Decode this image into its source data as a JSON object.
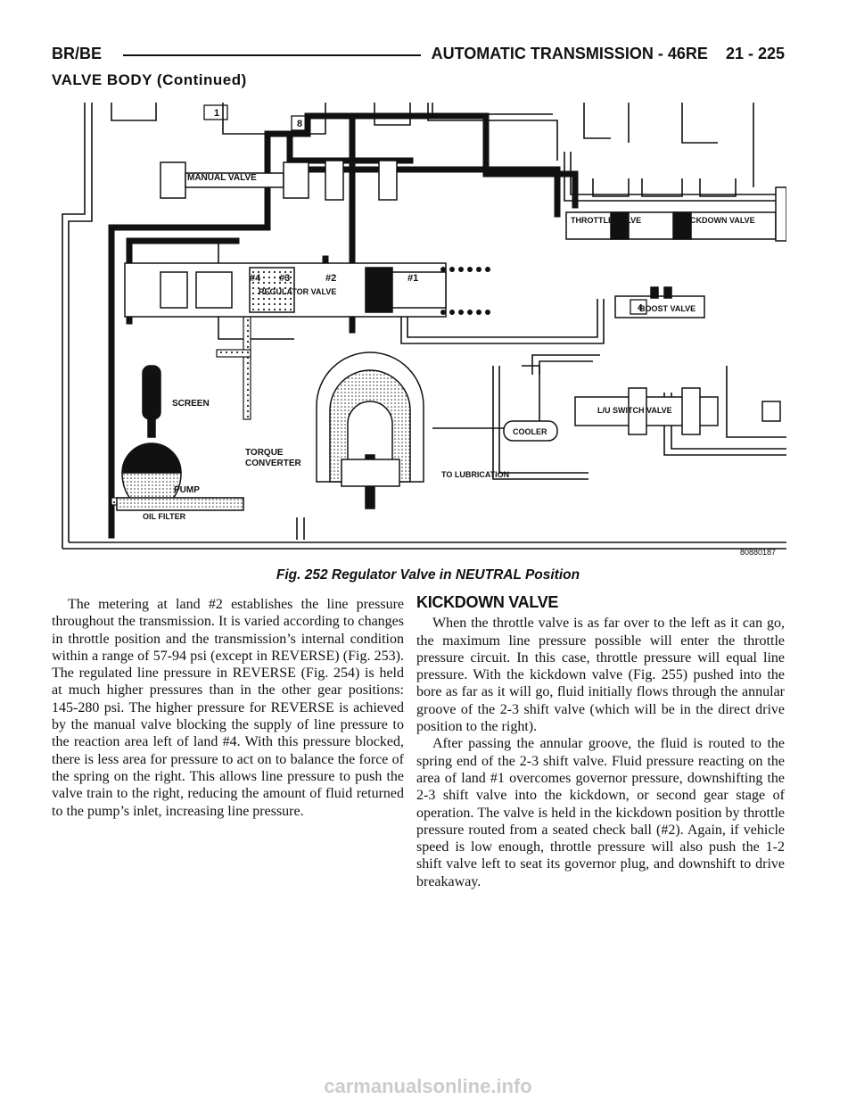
{
  "header": {
    "left": "BR/BE",
    "title": "AUTOMATIC TRANSMISSION - 46RE",
    "page": "21 - 225"
  },
  "section_title": "VALVE BODY (Continued)",
  "figure": {
    "labels": {
      "manual_valve": "MANUAL VALVE",
      "throttle_valve": "THROTTLE VALVE",
      "kickdown_valve": "KICKDOWN VALVE",
      "boost_valve": "BOOST VALVE",
      "regulator_valve": "REGULATOR VALVE",
      "land4": "#4",
      "land3": "#3",
      "land2": "#2",
      "land1": "#1",
      "screen": "SCREEN",
      "torque_converter_1": "TORQUE",
      "torque_converter_2": "CONVERTER",
      "pump": "PUMP",
      "oil_filter": "OIL FILTER",
      "cooler": "COOLER",
      "to_lubrication": "TO LUBRICATION",
      "lu_switch_valve": "L/U SWITCH VALVE",
      "ball_1": "1",
      "ball_8": "8",
      "ball_4": "4"
    },
    "id": "80880187",
    "caption": "Fig. 252 Regulator Valve in NEUTRAL Position"
  },
  "left_column": {
    "paragraph": "The metering at land #2 establishes the line pressure throughout the transmission. It is varied according to changes in throttle position and the transmission’s internal condition within a range of 57-94 psi (except in REVERSE) (Fig. 253). The regulated line pressure in REVERSE (Fig. 254) is held at much higher pressures than in the other gear positions: 145-280 psi. The higher pressure for REVERSE is achieved by the manual valve blocking the supply of line pressure to the reaction area left of land #4. With this pressure blocked, there is less area for pressure to act on to balance the force of the spring on the right. This allows line pressure to push the valve train to the right, reducing the amount of fluid returned to the pump’s inlet, increasing line pressure."
  },
  "right_column": {
    "heading": "KICKDOWN VALVE",
    "paragraph_1": "When the throttle valve is as far over to the left as it can go, the maximum line pressure possible will enter the throttle pressure circuit. In this case, throttle pressure will equal line pressure. With the kickdown valve (Fig. 255) pushed into the bore as far as it will go, fluid initially flows through the annular groove of the 2-3 shift valve (which will be in the direct drive position to the right).",
    "paragraph_2": "After passing the annular groove, the fluid is routed to the spring end of the 2-3 shift valve. Fluid pressure reacting on the area of land #1 overcomes governor pressure, downshifting the 2-3 shift valve into the kickdown, or second gear stage of operation. The valve is held in the kickdown position by throttle pressure routed from a seated check ball (#2). Again, if vehicle speed is low enough, throttle pressure will also push the 1-2 shift valve left to seat its governor plug, and downshift to drive breakaway."
  },
  "watermark": "carmanualsonline.info"
}
